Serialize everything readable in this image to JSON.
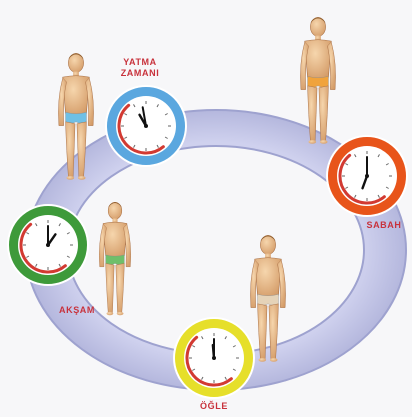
{
  "labels": {
    "bedtime": "YATMA ZAMANI",
    "morning": "SABAH",
    "evening": "AKŞAM",
    "noon": "ÖĞLE"
  },
  "clocks": [
    {
      "key": "bedtime",
      "outer_color": "#5aa7df",
      "face_color": "#ffffff",
      "arc_color": "#d23a32"
    },
    {
      "key": "morning",
      "outer_color": "#e8541a",
      "face_color": "#ffffff",
      "arc_color": "#d23a32"
    },
    {
      "key": "evening",
      "outer_color": "#3e9a3a",
      "face_color": "#ffffff",
      "arc_color": "#d23a32"
    },
    {
      "key": "noon",
      "outer_color": "#e6df2a",
      "face_color": "#ffffff",
      "arc_color": "#d23a32"
    }
  ],
  "figures": [
    {
      "key": "bedtime-person",
      "underwear_color": "#6fc0e6"
    },
    {
      "key": "morning-person",
      "underwear_color": "#f0a33c"
    },
    {
      "key": "evening-person",
      "underwear_color": "#6fbf6a"
    },
    {
      "key": "noon-person",
      "underwear_color": "#e5d3b8"
    }
  ],
  "ring_color": "#c9cbe9"
}
